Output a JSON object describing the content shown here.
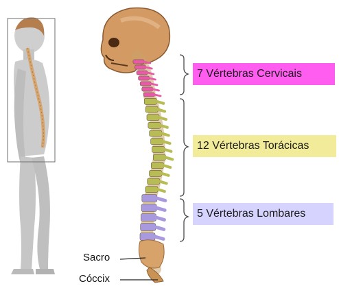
{
  "regions": [
    {
      "key": "cervical",
      "label": "7 Vértebras Cervicais",
      "color": "#ff5cf0"
    },
    {
      "key": "thoracic",
      "label": "12 Vértebras Torácicas",
      "color": "#f2ec9a"
    },
    {
      "key": "lumbar",
      "label": "5 Vértebras Lombares",
      "color": "#d6d4ff"
    }
  ],
  "bones": {
    "sacrum": "Sacro",
    "coccyx": "Cóccix"
  },
  "colors": {
    "cervical_vertebra": "#e85aa8",
    "thoracic_vertebra": "#b7bc55",
    "lumbar_vertebra": "#a99ae0",
    "bone": "#d9a36a",
    "skin": "#c9c9c9"
  }
}
